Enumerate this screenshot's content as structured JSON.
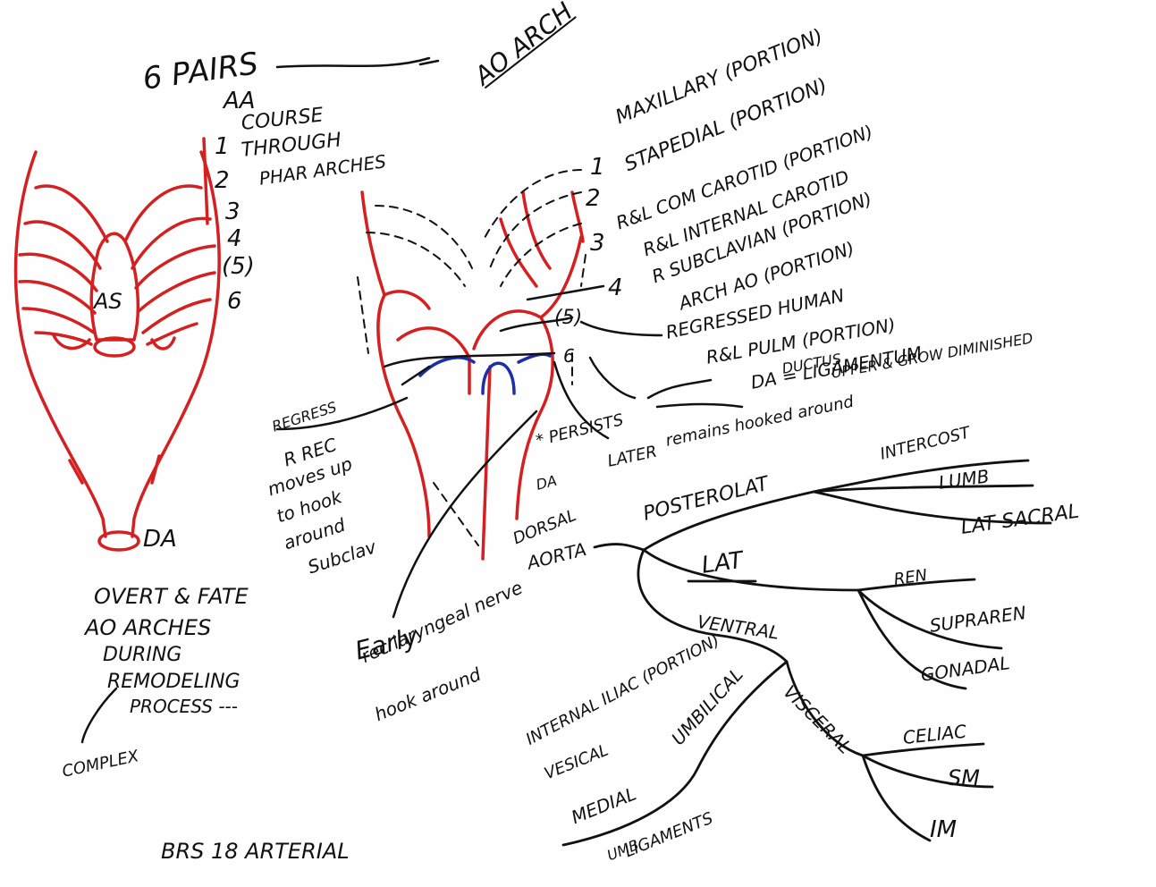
{
  "colors": {
    "ink": "#111111",
    "red": "#d42020",
    "blue": "#1a2fa8"
  },
  "left": {
    "heading": "6 PAIRS",
    "aa": "AA",
    "course_num": "1",
    "course": "COURSE",
    "through_num": "2",
    "through": "THROUGH",
    "pharyngeal": "PHAR ARCHES",
    "arch_numbers": [
      "3",
      "4",
      "(5)",
      "6"
    ],
    "as_label": "AS",
    "da_label": "DA"
  },
  "fate_note": {
    "line1": "OVERT & FATE",
    "line2": "AO ARCHES",
    "line3": "DURING",
    "line4": "REMODELING",
    "line5": "PROCESS ---",
    "complex": "COMPLEX"
  },
  "ao_arch": {
    "heading": "AO ARCH",
    "items": [
      {
        "num": "1",
        "text": "MAXILLARY (PORTION)"
      },
      {
        "num": "2",
        "text": "STAPEDIAL (PORTION)"
      },
      {
        "num": "3",
        "text": "R&L COM CAROTID (PORTION)"
      },
      {
        "num": "",
        "text": "R&L INTERNAL CAROTID"
      },
      {
        "num": "4",
        "text": "R SUBCLAVIAN (PORTION)"
      },
      {
        "num": "",
        "text": "ARCH AO (PORTION)"
      },
      {
        "num": "(5)",
        "text": "REGRESSED HUMAN"
      },
      {
        "num": "6",
        "text": "R&L PULM (PORTION)"
      }
    ],
    "ductus": "DUCTUS",
    "ductus_line": "DA = LIGAMENTUM",
    "later_prefix": "LATER",
    "later_line": "remains hooked around",
    "persists": "* PERSISTS",
    "up_note": "UPPER & GROW DIMINISHED"
  },
  "nerve_notes": {
    "regress": "REGRESS",
    "line1": "R REC",
    "line2": "moves up",
    "line3": "to hook",
    "line4": "around",
    "line5": "Subclav",
    "early": "Early",
    "early_line2": "rec laryngeal nerve",
    "early_line3": "hook around",
    "da_mark": "DA"
  },
  "dorsal_aorta": {
    "label_top": "DORSAL",
    "label_bottom": "AORTA",
    "posterolat": "POSTEROLAT",
    "posterolat_branches": [
      "INTERCOST",
      "LUMB",
      "LAT SACRAL"
    ],
    "lat": "LAT",
    "lat_branches": [
      "REN",
      "SUPRAREN",
      "GONADAL"
    ],
    "ventral": "VENTRAL",
    "visceral": "VISCERAL",
    "visceral_branches": [
      "CELIAC",
      "SM",
      "IM"
    ],
    "umbilical": "UMBILICAL",
    "internal_iliac": "INTERNAL ILIAC (PORTION)",
    "vesical": "VESICAL",
    "medial": "MEDIAL",
    "umb_lig_1": "UMB",
    "umb_lig_2": "LIGAMENTS"
  },
  "footer": "BRS 18 ARTERIAL"
}
